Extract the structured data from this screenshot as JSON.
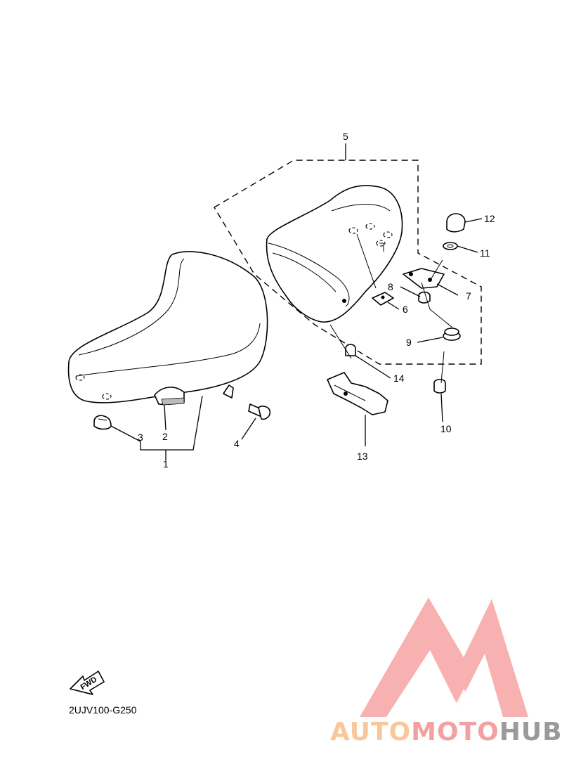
{
  "diagram": {
    "callouts": {
      "c1": "1",
      "c2": "2",
      "c3": "3",
      "c4": "4",
      "c5": "5",
      "c6": "6",
      "c7": "7",
      "c8": "8",
      "c9": "9",
      "c10": "10",
      "c11": "11",
      "c12": "12",
      "c13": "13",
      "c14": "14"
    },
    "fwd_label": "FWD",
    "diagram_code": "2UJV100-G250"
  },
  "watermark": {
    "text_part1": "AUTO",
    "text_part2": "MOTO",
    "text_part3": "HUB",
    "colors": {
      "logo": "#f7a3a3",
      "auto": "#f9c89a",
      "moto": "#f5a0a0",
      "hub": "#9a9a9a"
    }
  }
}
